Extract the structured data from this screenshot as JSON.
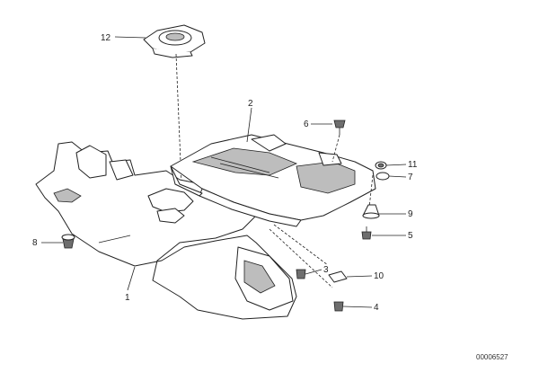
{
  "diagram": {
    "callouts": [
      {
        "id": "1",
        "label": "1"
      },
      {
        "id": "2",
        "label": "2"
      },
      {
        "id": "3",
        "label": "3"
      },
      {
        "id": "4",
        "label": "4"
      },
      {
        "id": "5",
        "label": "5"
      },
      {
        "id": "6",
        "label": "6"
      },
      {
        "id": "7",
        "label": "7"
      },
      {
        "id": "8",
        "label": "8"
      },
      {
        "id": "9",
        "label": "9"
      },
      {
        "id": "10",
        "label": "10"
      },
      {
        "id": "11",
        "label": "11"
      },
      {
        "id": "12",
        "label": "12"
      }
    ],
    "reference_number": "00006527"
  }
}
